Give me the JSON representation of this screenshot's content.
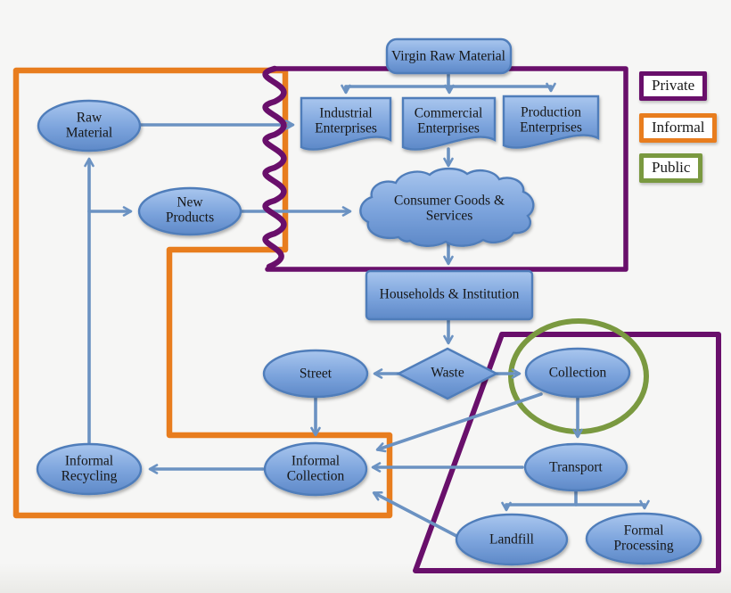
{
  "diagram": {
    "type": "flow-diagram",
    "topic": "Waste and materials flow among private, informal and public sectors"
  },
  "colors": {
    "private_outline": "#690f6b",
    "informal_outline": "#e87d1e",
    "public_outline": "#7a9940",
    "node_border": "#4f7dba",
    "node_fill_top": "#a9c6ee",
    "node_fill_bottom": "#5e89c8",
    "arrow": "#6b92c2",
    "background": "#f6f6f5"
  },
  "legend": {
    "items": [
      {
        "label": "Private",
        "color": "#690f6b"
      },
      {
        "label": "Informal",
        "color": "#e87d1e"
      },
      {
        "label": "Public",
        "color": "#7a9940"
      }
    ]
  },
  "nodes": [
    {
      "id": "virgin-raw-material",
      "label": "Virgin Raw Material",
      "shape": "rounded-rect"
    },
    {
      "id": "industrial-enterprises",
      "label": "Industrial Enterprises",
      "shape": "document"
    },
    {
      "id": "commercial-enterprises",
      "label": "Commercial Enterprises",
      "shape": "document"
    },
    {
      "id": "production-enterprises",
      "label": "Production Enterprises",
      "shape": "document"
    },
    {
      "id": "consumer-goods-services",
      "label": "Consumer Goods & Services",
      "shape": "cloud"
    },
    {
      "id": "households-institution",
      "label": "Households & Institution",
      "shape": "rect"
    },
    {
      "id": "waste",
      "label": "Waste",
      "shape": "diamond"
    },
    {
      "id": "street",
      "label": "Street",
      "shape": "ellipse"
    },
    {
      "id": "collection",
      "label": "Collection",
      "shape": "ellipse"
    },
    {
      "id": "transport",
      "label": "Transport",
      "shape": "ellipse"
    },
    {
      "id": "landfill",
      "label": "Landfill",
      "shape": "ellipse"
    },
    {
      "id": "formal-processing",
      "label": "Formal Processing",
      "shape": "ellipse"
    },
    {
      "id": "informal-collection",
      "label": "Informal Collection",
      "shape": "ellipse"
    },
    {
      "id": "informal-recycling",
      "label": "Informal Recycling",
      "shape": "ellipse"
    },
    {
      "id": "raw-material",
      "label": "Raw Material",
      "shape": "ellipse"
    },
    {
      "id": "new-products",
      "label": "New Products",
      "shape": "ellipse"
    }
  ],
  "edges": [
    {
      "from": "Virgin Raw Material",
      "to": "Industrial Enterprises"
    },
    {
      "from": "Virgin Raw Material",
      "to": "Commercial Enterprises"
    },
    {
      "from": "Virgin Raw Material",
      "to": "Production Enterprises"
    },
    {
      "from": "Raw Material",
      "to": "Industrial Enterprises"
    },
    {
      "from": "Commercial Enterprises",
      "to": "Consumer Goods & Services"
    },
    {
      "from": "New Products",
      "to": "Consumer Goods & Services"
    },
    {
      "from": "Consumer Goods & Services",
      "to": "Households & Institution"
    },
    {
      "from": "Households & Institution",
      "to": "Waste"
    },
    {
      "from": "Waste",
      "to": "Street"
    },
    {
      "from": "Waste",
      "to": "Collection"
    },
    {
      "from": "Street",
      "to": "Informal Collection"
    },
    {
      "from": "Collection",
      "to": "Transport"
    },
    {
      "from": "Collection",
      "to": "Informal Collection"
    },
    {
      "from": "Transport",
      "to": "Informal Collection"
    },
    {
      "from": "Transport",
      "to": "Landfill"
    },
    {
      "from": "Transport",
      "to": "Formal Processing"
    },
    {
      "from": "Landfill",
      "to": "Informal Collection"
    },
    {
      "from": "Informal Collection",
      "to": "Informal Recycling"
    },
    {
      "from": "Informal Recycling",
      "to": "Raw Material"
    },
    {
      "from": "Informal Recycling",
      "to": "New Products"
    }
  ]
}
